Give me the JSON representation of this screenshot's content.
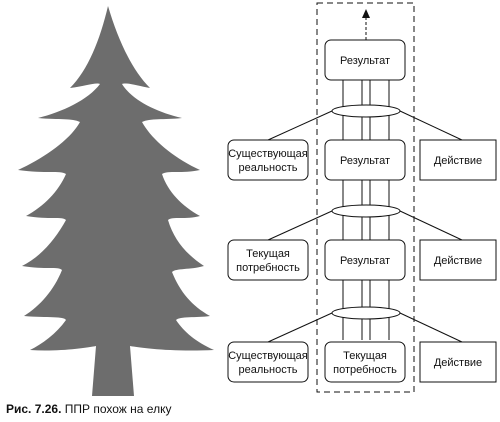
{
  "diagram": {
    "top_result": "Результат",
    "rows": [
      {
        "left": [
          "Существующая",
          "реальность"
        ],
        "center": [
          "Результат"
        ],
        "right": [
          "Действие"
        ]
      },
      {
        "left": [
          "Текущая",
          "потребность"
        ],
        "center": [
          "Результат"
        ],
        "right": [
          "Действие"
        ]
      },
      {
        "left": [
          "Существующая",
          "реальность"
        ],
        "center": [
          "Текущая",
          "потребность"
        ],
        "right": [
          "Действие"
        ]
      }
    ]
  },
  "caption": {
    "figure": "Рис. 7.26.",
    "text": "ППР похож на елку"
  },
  "colors": {
    "tree": "#6d6d6d",
    "stroke": "#111111"
  }
}
